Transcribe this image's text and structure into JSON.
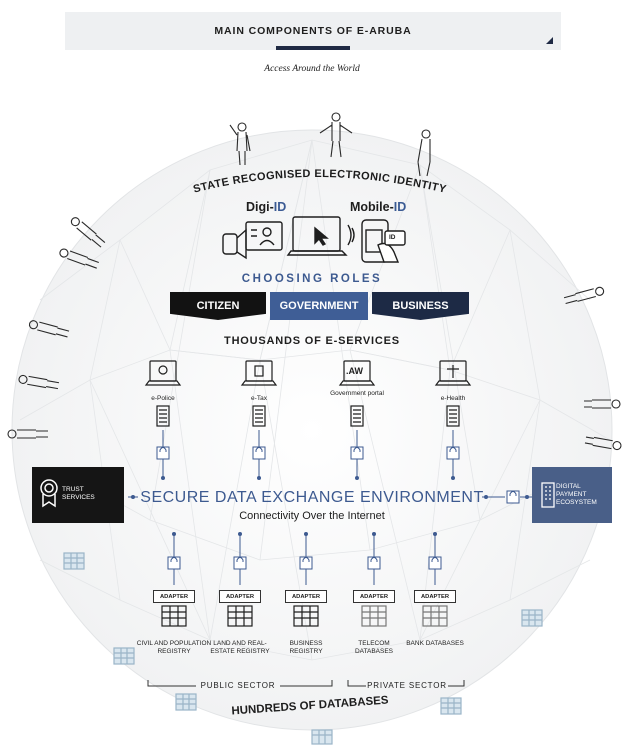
{
  "header": {
    "title": "MAIN COMPONENTS OF E-ARUBA",
    "subtitle": "Access Around the World"
  },
  "identity": {
    "arc_label": "STATE RECOGNISED ELECTRONIC IDENTITY",
    "digi_prefix": "Digi-",
    "digi_suffix": "ID",
    "mobile_prefix": "Mobile-",
    "mobile_suffix": "ID",
    "phone_badge": "ID"
  },
  "roles": {
    "heading": "CHOOSING ROLES",
    "items": [
      "CITIZEN",
      "GOVERNMENT",
      "BUSINESS"
    ]
  },
  "services": {
    "heading": "THOUSANDS OF E-SERVICES",
    "items": [
      "e-Police",
      "e-Tax",
      "Government portal",
      "e-Health"
    ],
    "aw_badge": ".AW"
  },
  "exchange": {
    "title": "SECURE DATA EXCHANGE ENVIRONMENT",
    "subtitle": "Connectivity Over the Internet",
    "trust": "TRUST SERVICES",
    "payment": "DIGITAL PAYMENT ECOSYSTEM"
  },
  "databases": {
    "adapter_label": "ADAPTER",
    "registries": [
      "CIVIL AND POPULATION REGISTRY",
      "LAND AND REAL-ESTATE REGISTRY",
      "BUSINESS REGISTRY",
      "TELECOM DATABASES",
      "BANK DATABASES"
    ],
    "public_sector": "PUBLIC SECTOR",
    "private_sector": "PRIVATE SECTOR",
    "footer": "HUNDREDS OF DATABASES"
  },
  "colors": {
    "accent": "#3d5a90",
    "navy": "#1d2a45",
    "black": "#121212",
    "payment_box": "#495f88",
    "db_icon": "#9ab4c7"
  }
}
